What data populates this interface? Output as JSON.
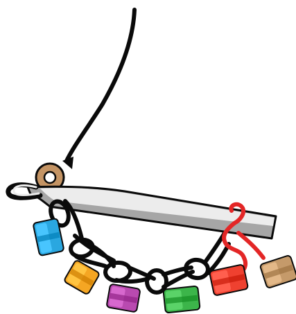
{
  "illustration": {
    "subject": "crochet-hook-with-chain-stitches-and-stitch-markers",
    "colors": {
      "background": "#ffffff",
      "yarn": "#0a0a0a",
      "working_yarn": "#e32626",
      "hook_top": "#ececec",
      "hook_shadow": "#a6a6a6",
      "hook_outline": "#0a0a0a",
      "ring": "#c49464"
    },
    "markers": [
      {
        "name": "marker-blue",
        "color": "#2aa7e0"
      },
      {
        "name": "marker-orange",
        "color": "#f5a623"
      },
      {
        "name": "marker-purple",
        "color": "#b94ab0"
      },
      {
        "name": "marker-green",
        "color": "#3cb54a"
      },
      {
        "name": "marker-red",
        "color": "#ef4130"
      },
      {
        "name": "marker-tan",
        "color": "#c59a6a"
      }
    ]
  }
}
